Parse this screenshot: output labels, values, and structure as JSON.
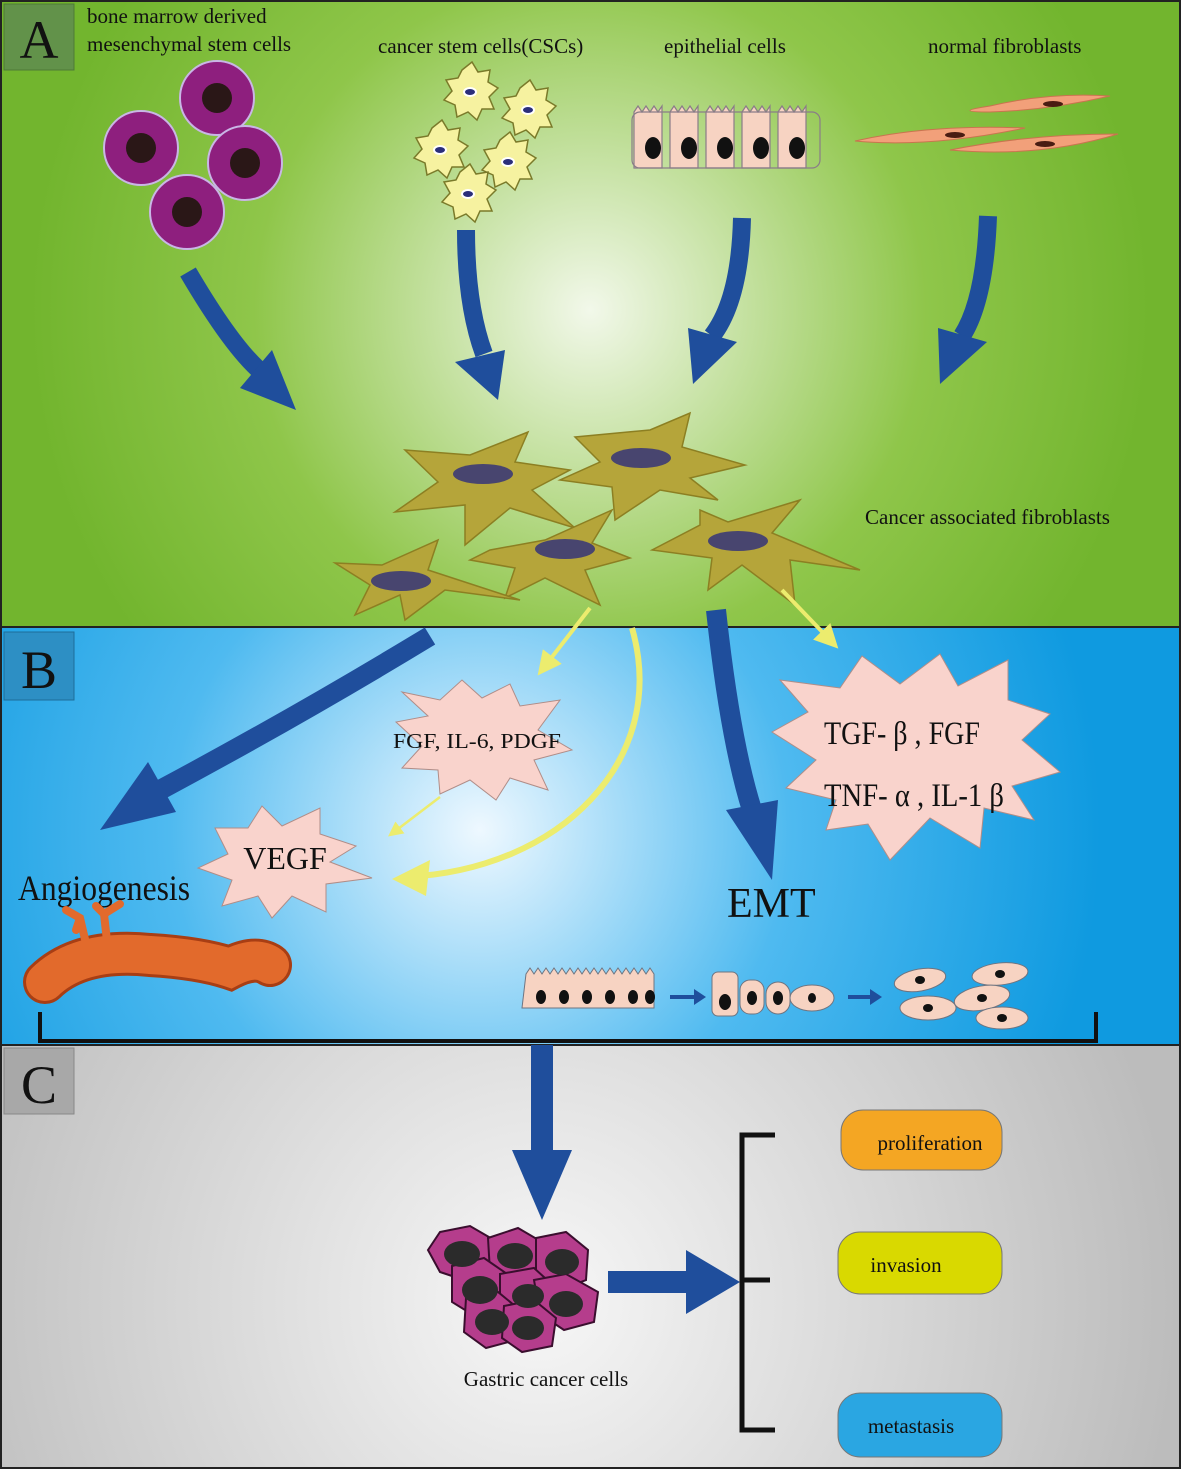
{
  "panels": {
    "a": {
      "letter": "A",
      "bg_center": "#f2f8ea",
      "bg_edge": "#72b52e"
    },
    "b": {
      "letter": "B",
      "bg_center": "#eef8ff",
      "bg_edge": "#0f9ae0"
    },
    "c": {
      "letter": "C",
      "bg_center": "#f7f7f7",
      "bg_edge": "#bcbcbc"
    }
  },
  "sources": {
    "bmsc_line1": "bone marrow derived",
    "bmsc_line2": "mesenchymal stem cells",
    "csc": "cancer stem cells(CSCs)",
    "epithelial": "epithelial cells",
    "fibroblasts": "normal fibroblasts"
  },
  "caf_label": "Cancer associated fibroblasts",
  "factors": {
    "left_burst": "FGF, IL-6, PDGF",
    "vegf": "VEGF",
    "right_line1": "TGF- β , FGF",
    "right_line2": "TNF- α , IL-1 β"
  },
  "processes": {
    "angiogenesis": "Angiogenesis",
    "emt": "EMT"
  },
  "gastric_label": "Gastric cancer cells",
  "outcomes": [
    {
      "label": "proliferation",
      "color": "#f4a623"
    },
    {
      "label": "invasion",
      "color": "#d9d900"
    },
    {
      "label": "metastasis",
      "color": "#2aa6e2"
    }
  ],
  "colors": {
    "arrow_blue": "#1f4e9c",
    "arrow_yellow": "#ecec6e",
    "caf_fill": "#b5a53a",
    "bmsc_fill": "#8e1f7e",
    "burst_fill": "#f9d3cc"
  },
  "icons": [
    "bmsc-cluster-icon",
    "csc-cluster-icon",
    "epithelial-row-icon",
    "fibroblast-group-icon",
    "caf-cluster-icon",
    "vessel-icon",
    "emt-sequence-icon",
    "gastric-cluster-icon"
  ]
}
